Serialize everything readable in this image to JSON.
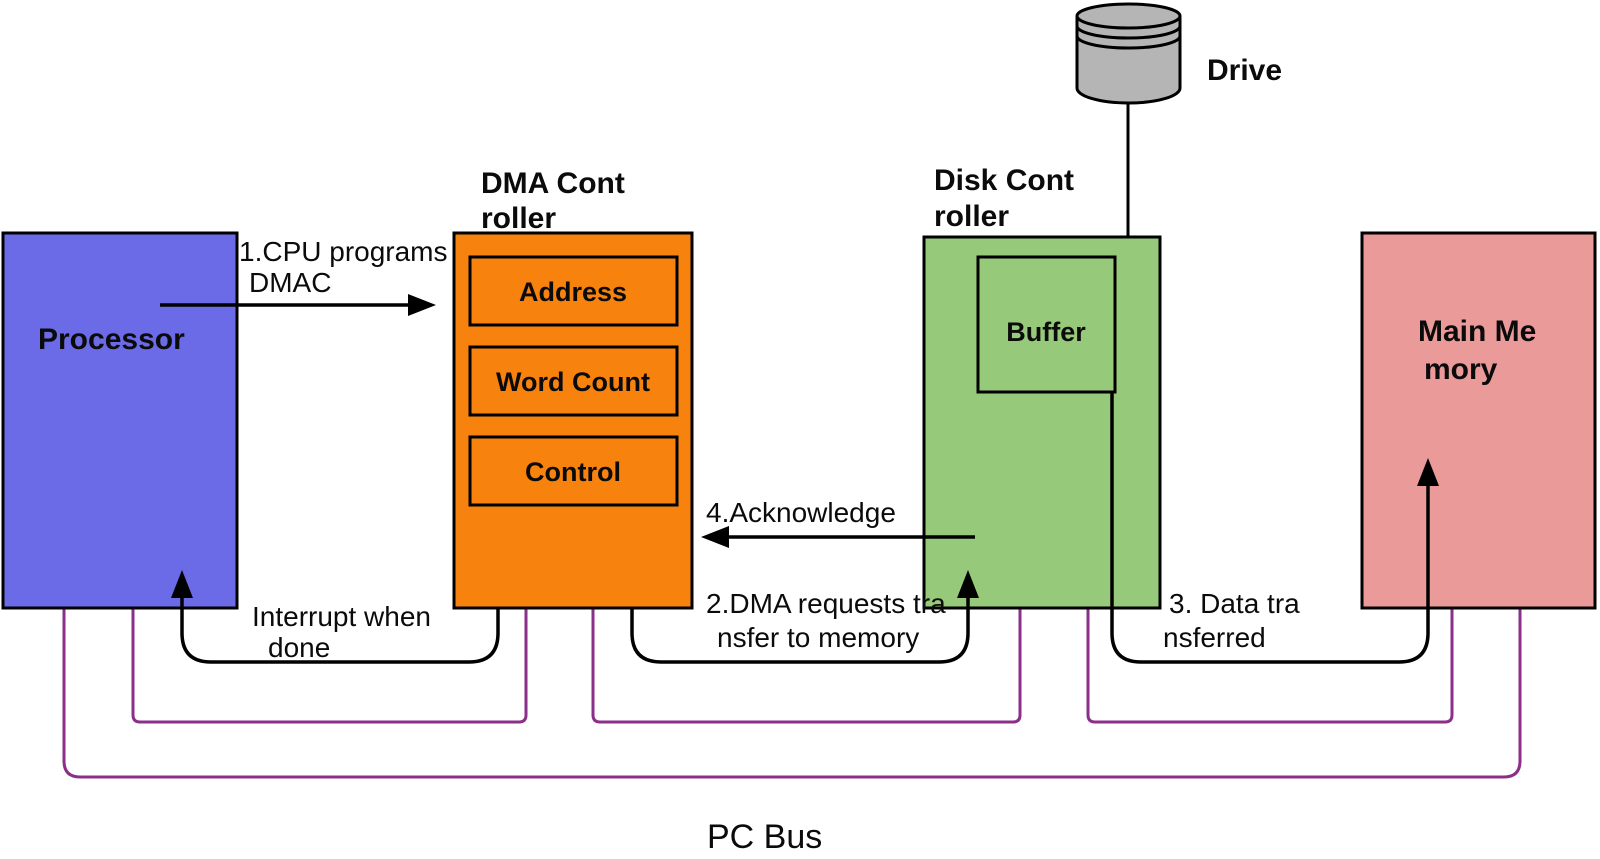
{
  "colors": {
    "processor": "#6b6be8",
    "dma": "#f8820e",
    "disk": "#97c97a",
    "memory": "#ea9a98",
    "drive": "#b5b5b5",
    "bus": "#8b2f8b"
  },
  "nodes": {
    "processor": {
      "label": "Processor"
    },
    "dma_controller": {
      "label_line1": "DMA Cont",
      "label_line2": "roller",
      "registers": {
        "address": "Address",
        "word_count": "Word Count",
        "control": "Control"
      }
    },
    "disk_controller": {
      "label_line1": "Disk Cont",
      "label_line2": "roller",
      "buffer_label": "Buffer"
    },
    "main_memory": {
      "label_line1": "Main Me",
      "label_line2": "mory"
    },
    "drive": {
      "label": "Drive"
    }
  },
  "annotations": {
    "step1": {
      "line1": "1.CPU programs",
      "line2": "DMAC"
    },
    "step2": {
      "line1": "2.DMA requests tra",
      "line2": "nsfer to memory"
    },
    "step3": {
      "line1": "3. Data tra",
      "line2": "nsferred"
    },
    "step4": {
      "line1": "4.Acknowledge"
    },
    "interrupt": {
      "line1": "Interrupt when",
      "line2": "done"
    },
    "bus_label": "PC Bus"
  }
}
